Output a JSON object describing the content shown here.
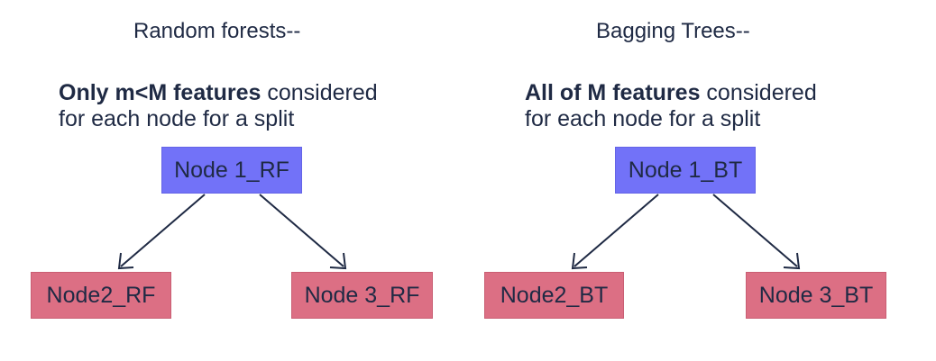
{
  "panels": [
    {
      "heading": "Random forests--",
      "description": {
        "bold": "Only m<M features",
        "rest": " considered",
        "line2": "for each node for a split"
      },
      "root": "Node 1_RF",
      "children": [
        "Node2_RF",
        "Node 3_RF"
      ]
    },
    {
      "heading": "Bagging Trees--",
      "description": {
        "bold": "All of M features",
        "rest": " considered",
        "line2": "for each node for a split"
      },
      "root": "Node 1_BT",
      "children": [
        "Node2_BT",
        "Node 3_BT"
      ]
    }
  ],
  "colors": {
    "root_node": "#7272f8",
    "child_node": "#dc6f84",
    "text": "#1f2a44"
  }
}
